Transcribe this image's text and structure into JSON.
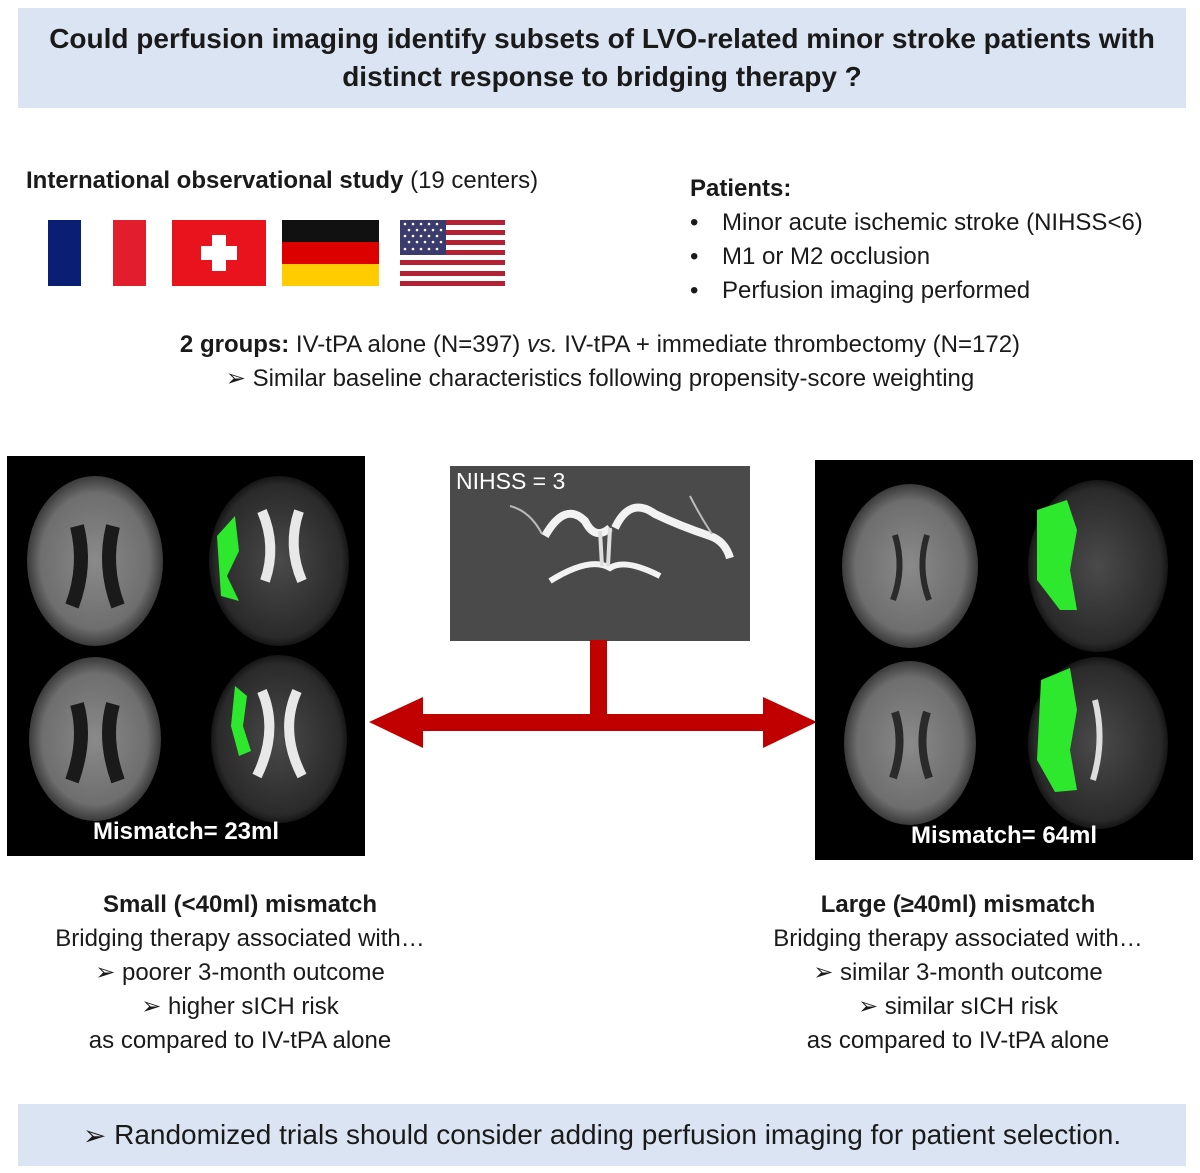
{
  "title": {
    "line1": "Could perfusion imaging identify subsets of LVO-related minor stroke patients with",
    "line2": "distinct response to bridging therapy ?"
  },
  "study": {
    "bold": "International observational study",
    "rest": " (19 centers)",
    "flags": [
      "France",
      "Switzerland",
      "Germany",
      "USA"
    ]
  },
  "patients": {
    "heading": "Patients:",
    "items": [
      "Minor acute ischemic stroke (NIHSS<6)",
      "M1 or M2 occlusion",
      "Perfusion imaging performed"
    ]
  },
  "groups": {
    "bold": "2 groups:",
    "part1": " IV-tPA alone (N=397) ",
    "italic": "vs.",
    "part2": " IV-tPA + immediate thrombectomy (N=172)",
    "line2": "Similar baseline characteristics following propensity-score weighting"
  },
  "center_image": {
    "label": "NIHSS = 3"
  },
  "left_panel": {
    "caption": "Mismatch= 23ml"
  },
  "right_panel": {
    "caption": "Mismatch= 64ml"
  },
  "left_outcome": {
    "heading": "Small (<40ml) mismatch",
    "line1": "Bridging therapy associated with…",
    "line2": "poorer 3-month outcome",
    "line3": "higher sICH risk",
    "line4": "as compared to IV-tPA alone"
  },
  "right_outcome": {
    "heading": "Large (≥40ml) mismatch",
    "line1": "Bridging therapy associated with…",
    "line2": "similar 3-month outcome",
    "line3": "similar sICH risk",
    "line4": "as compared to IV-tPA alone"
  },
  "conclusion": "Randomized trials should consider adding perfusion imaging for patient selection.",
  "colors": {
    "header_bg": "#dbe4f2",
    "arrow": "#c00000",
    "perfusion": "#2ee82e"
  }
}
